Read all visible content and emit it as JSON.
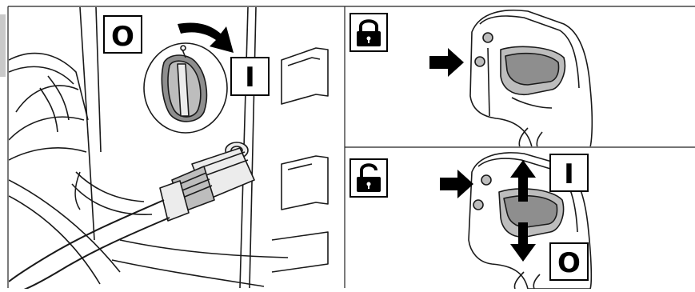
{
  "figure": {
    "panels": [
      {
        "id": "main-switch",
        "box_symbol": "O",
        "target_symbol": "I"
      },
      {
        "id": "lock",
        "icon": "padlock-closed-icon"
      },
      {
        "id": "unlock",
        "icon": "padlock-open-icon",
        "top_symbol": "I",
        "bottom_symbol": "O"
      }
    ]
  },
  "colors": {
    "line": "#1a1a1a",
    "fill_light": "#ececec",
    "fill_mid": "#bdbdbd",
    "fill_dark": "#8e8e8e",
    "arrow": "#000000",
    "side_tab": "#c9c9c9"
  }
}
